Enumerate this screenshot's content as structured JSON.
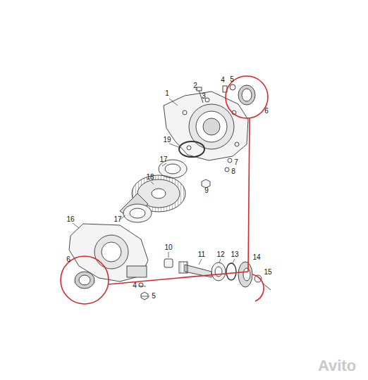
{
  "diagram": {
    "labels": [
      "1",
      "2",
      "3",
      "4",
      "5",
      "6",
      "19",
      "17",
      "18",
      "17",
      "7",
      "8",
      "9",
      "16",
      "6",
      "10",
      "11",
      "12",
      "13",
      "14",
      "15",
      "4",
      "5",
      "Avito"
    ]
  }
}
